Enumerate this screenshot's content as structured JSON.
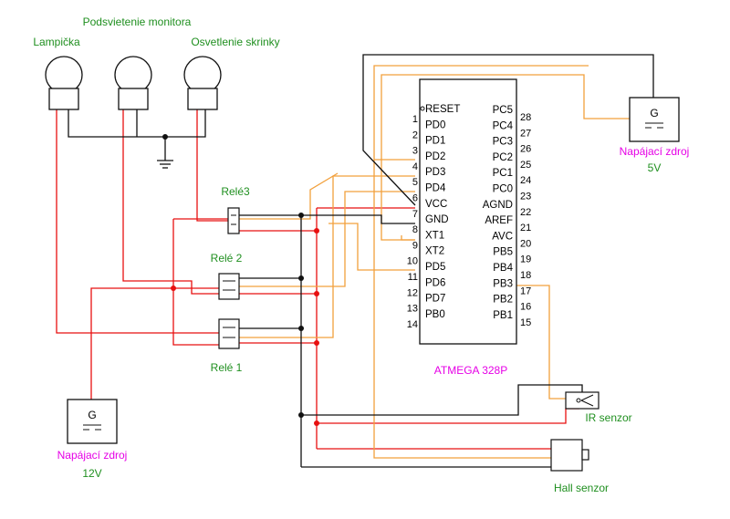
{
  "labels": {
    "monitor": "Podsvietenie monitora",
    "lamp": "Lampička",
    "cabinet": "Osvetlenie skrinky",
    "relay3": "Relé3",
    "relay2": "Relé 2",
    "relay1": "Relé 1",
    "chip": "ATMEGA 328P",
    "ir": "IR senzor",
    "hall": "Hall senzor"
  },
  "psu5": {
    "letter": "G",
    "title": "Napájací zdroj",
    "voltage": "5V"
  },
  "psu12": {
    "letter": "G",
    "title": "Napájací zdroj",
    "voltage": "12V"
  },
  "chip_pins": {
    "left_names": [
      "RESET",
      "PD0",
      "PD1",
      "PD2",
      "PD3",
      "PD4",
      "VCC",
      "GND",
      "XT1",
      "XT2",
      "PD5",
      "PD6",
      "PD7",
      "PB0"
    ],
    "left_nums": [
      "1",
      "2",
      "3",
      "4",
      "5",
      "6",
      "7",
      "8",
      "9",
      "10",
      "11",
      "12",
      "13",
      "14"
    ],
    "right_names": [
      "PC5",
      "PC4",
      "PC3",
      "PC2",
      "PC1",
      "PC0",
      "AGND",
      "AREF",
      "AVC",
      "PB5",
      "PB4",
      "PB3",
      "PB2",
      "PB1"
    ],
    "right_nums": [
      "28",
      "27",
      "26",
      "25",
      "24",
      "23",
      "22",
      "21",
      "20",
      "19",
      "18",
      "17",
      "16",
      "15"
    ]
  },
  "colors": {
    "red": "#e81010",
    "orange": "#f2a03c",
    "black": "#111111",
    "green_text": "#1f8f1f",
    "magenta_text": "#e600e6"
  }
}
